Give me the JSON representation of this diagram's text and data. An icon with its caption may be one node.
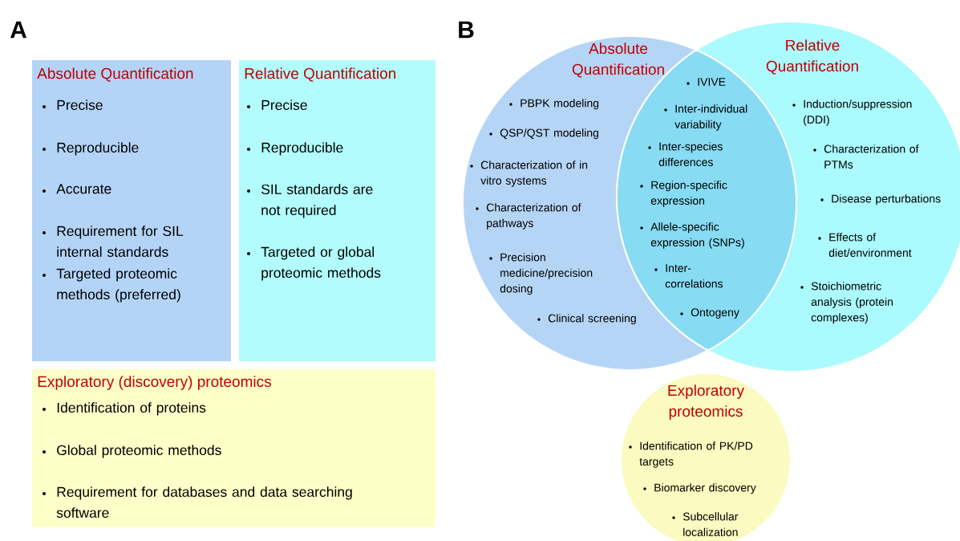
{
  "diagram": {
    "nodes": [
      {
        "text": [
          "Absolute Quantification",
          "Precise",
          "Reproducible",
          "Accurate",
          "Requirement for SIL internal standards",
          "Targeted proteomic methods (preferred)"
        ]
      },
      {
        "text": [
          "Relative Quantification",
          "Precise",
          "Reproducible",
          "SIL standards are not required",
          "Targeted or global proteomic methods"
        ]
      },
      {
        "text": [
          "Exploratory (discovery) proteomics",
          "Identification of proteins",
          "Global proteomic methods",
          "Requirement for databases and data searching software"
        ]
      },
      {
        "text": [
          "Absolute Quantification",
          "PBPK modeling",
          "QSP/QST modeling",
          "Characterization of in vitro systems",
          "Characterization of pathways",
          "Precision medicine/precision dosing",
          "Clinical screening"
        ]
      },
      {
        "text": [
          "IVIVE",
          "Inter-individual variability",
          "Inter-species differences",
          "Region-specific expression",
          "Allele-specific expression (SNPs)",
          "Inter-correlations",
          "Ontogeny"
        ]
      },
      {
        "text": [
          "Relative Quantification",
          "Induction/suppression (DDI)",
          "Characterization of PTMs",
          "Disease perturbations",
          "Effects of diet/environment",
          "Stoichiometric analysis (protein complexes)"
        ]
      },
      {
        "text": [
          "Exploratory proteomics",
          "Identification of PK/PD targets",
          "Biomarker discovery",
          "Subcellular localization"
        ]
      }
    ],
    "labels": [
      "A",
      "B"
    ]
  }
}
